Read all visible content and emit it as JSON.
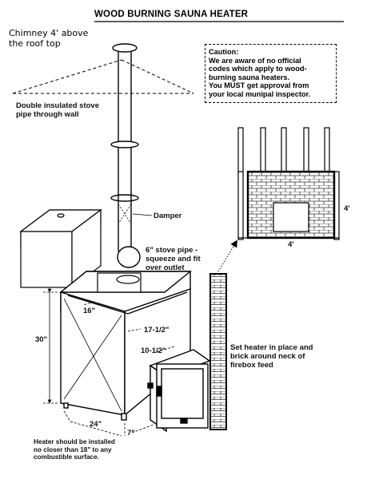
{
  "title": "WOOD BURNING SAUNA HEATER",
  "chimney_note": "Chimney 4' above\nthe roof top",
  "caution": {
    "heading": "Caution:",
    "body": "We are aware of no official\ncodes which apply to wood-\nburning sauna heaters.\nYou MUST get approval from\nyour local munipal inspector."
  },
  "labels": {
    "stove_pipe_wall": "Double insulated stove\npipe through wall",
    "damper": "Damper",
    "stove_pipe": "6\" stove pipe -\nsqueeze and fit\nover outlet",
    "set_heater": "Set heater in place and\nbrick around neck of\nfirebox feed",
    "clearance": "Heater should be installed\nno closer than 18\" to any\ncombustible surface."
  },
  "dimensions": {
    "height": "30\"",
    "top_depth": "16\"",
    "side": "17-1/2\"",
    "firebox": "10-1/2\"",
    "width": "24\"",
    "feed": "7\"",
    "wall_width": "4'",
    "wall_height": "4'"
  }
}
